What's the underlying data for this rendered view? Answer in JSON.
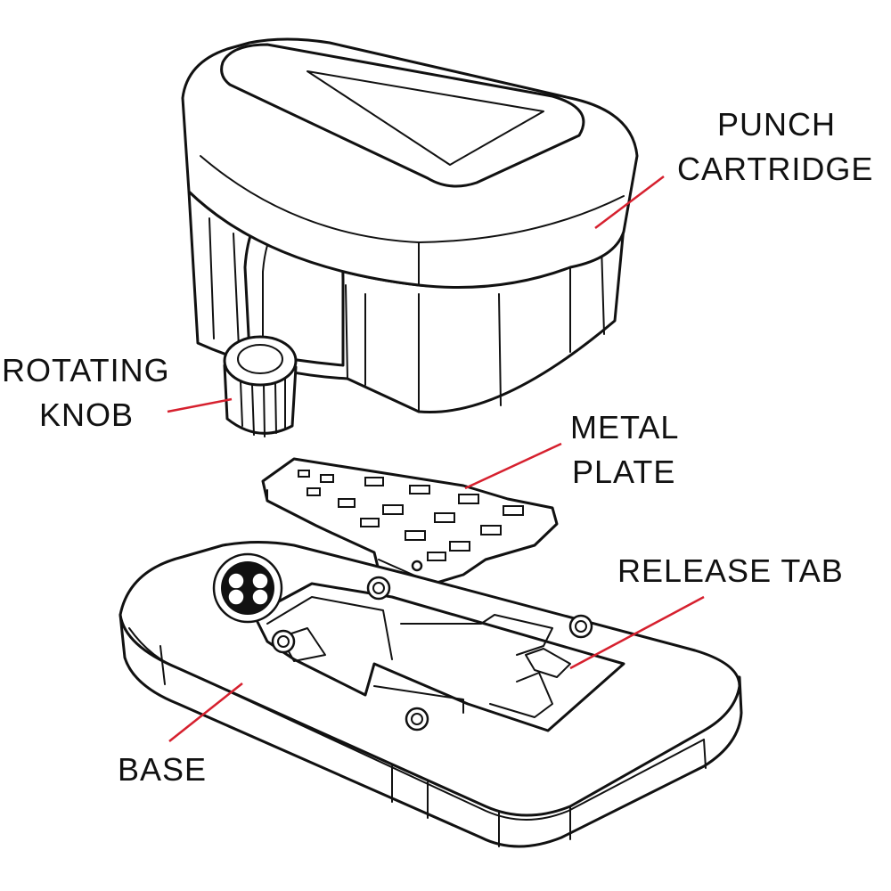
{
  "accent_color": "#d6202e",
  "labels": {
    "punch_cartridge": {
      "line1": "PUNCH",
      "line2": "CARTRIDGE"
    },
    "rotating_knob": {
      "line1": "ROTATING",
      "line2": "KNOB"
    },
    "metal_plate": {
      "line1": "METAL",
      "line2": "PLATE"
    },
    "release_tab": {
      "line1": "RELEASE TAB"
    },
    "base": {
      "line1": "BASE"
    }
  }
}
